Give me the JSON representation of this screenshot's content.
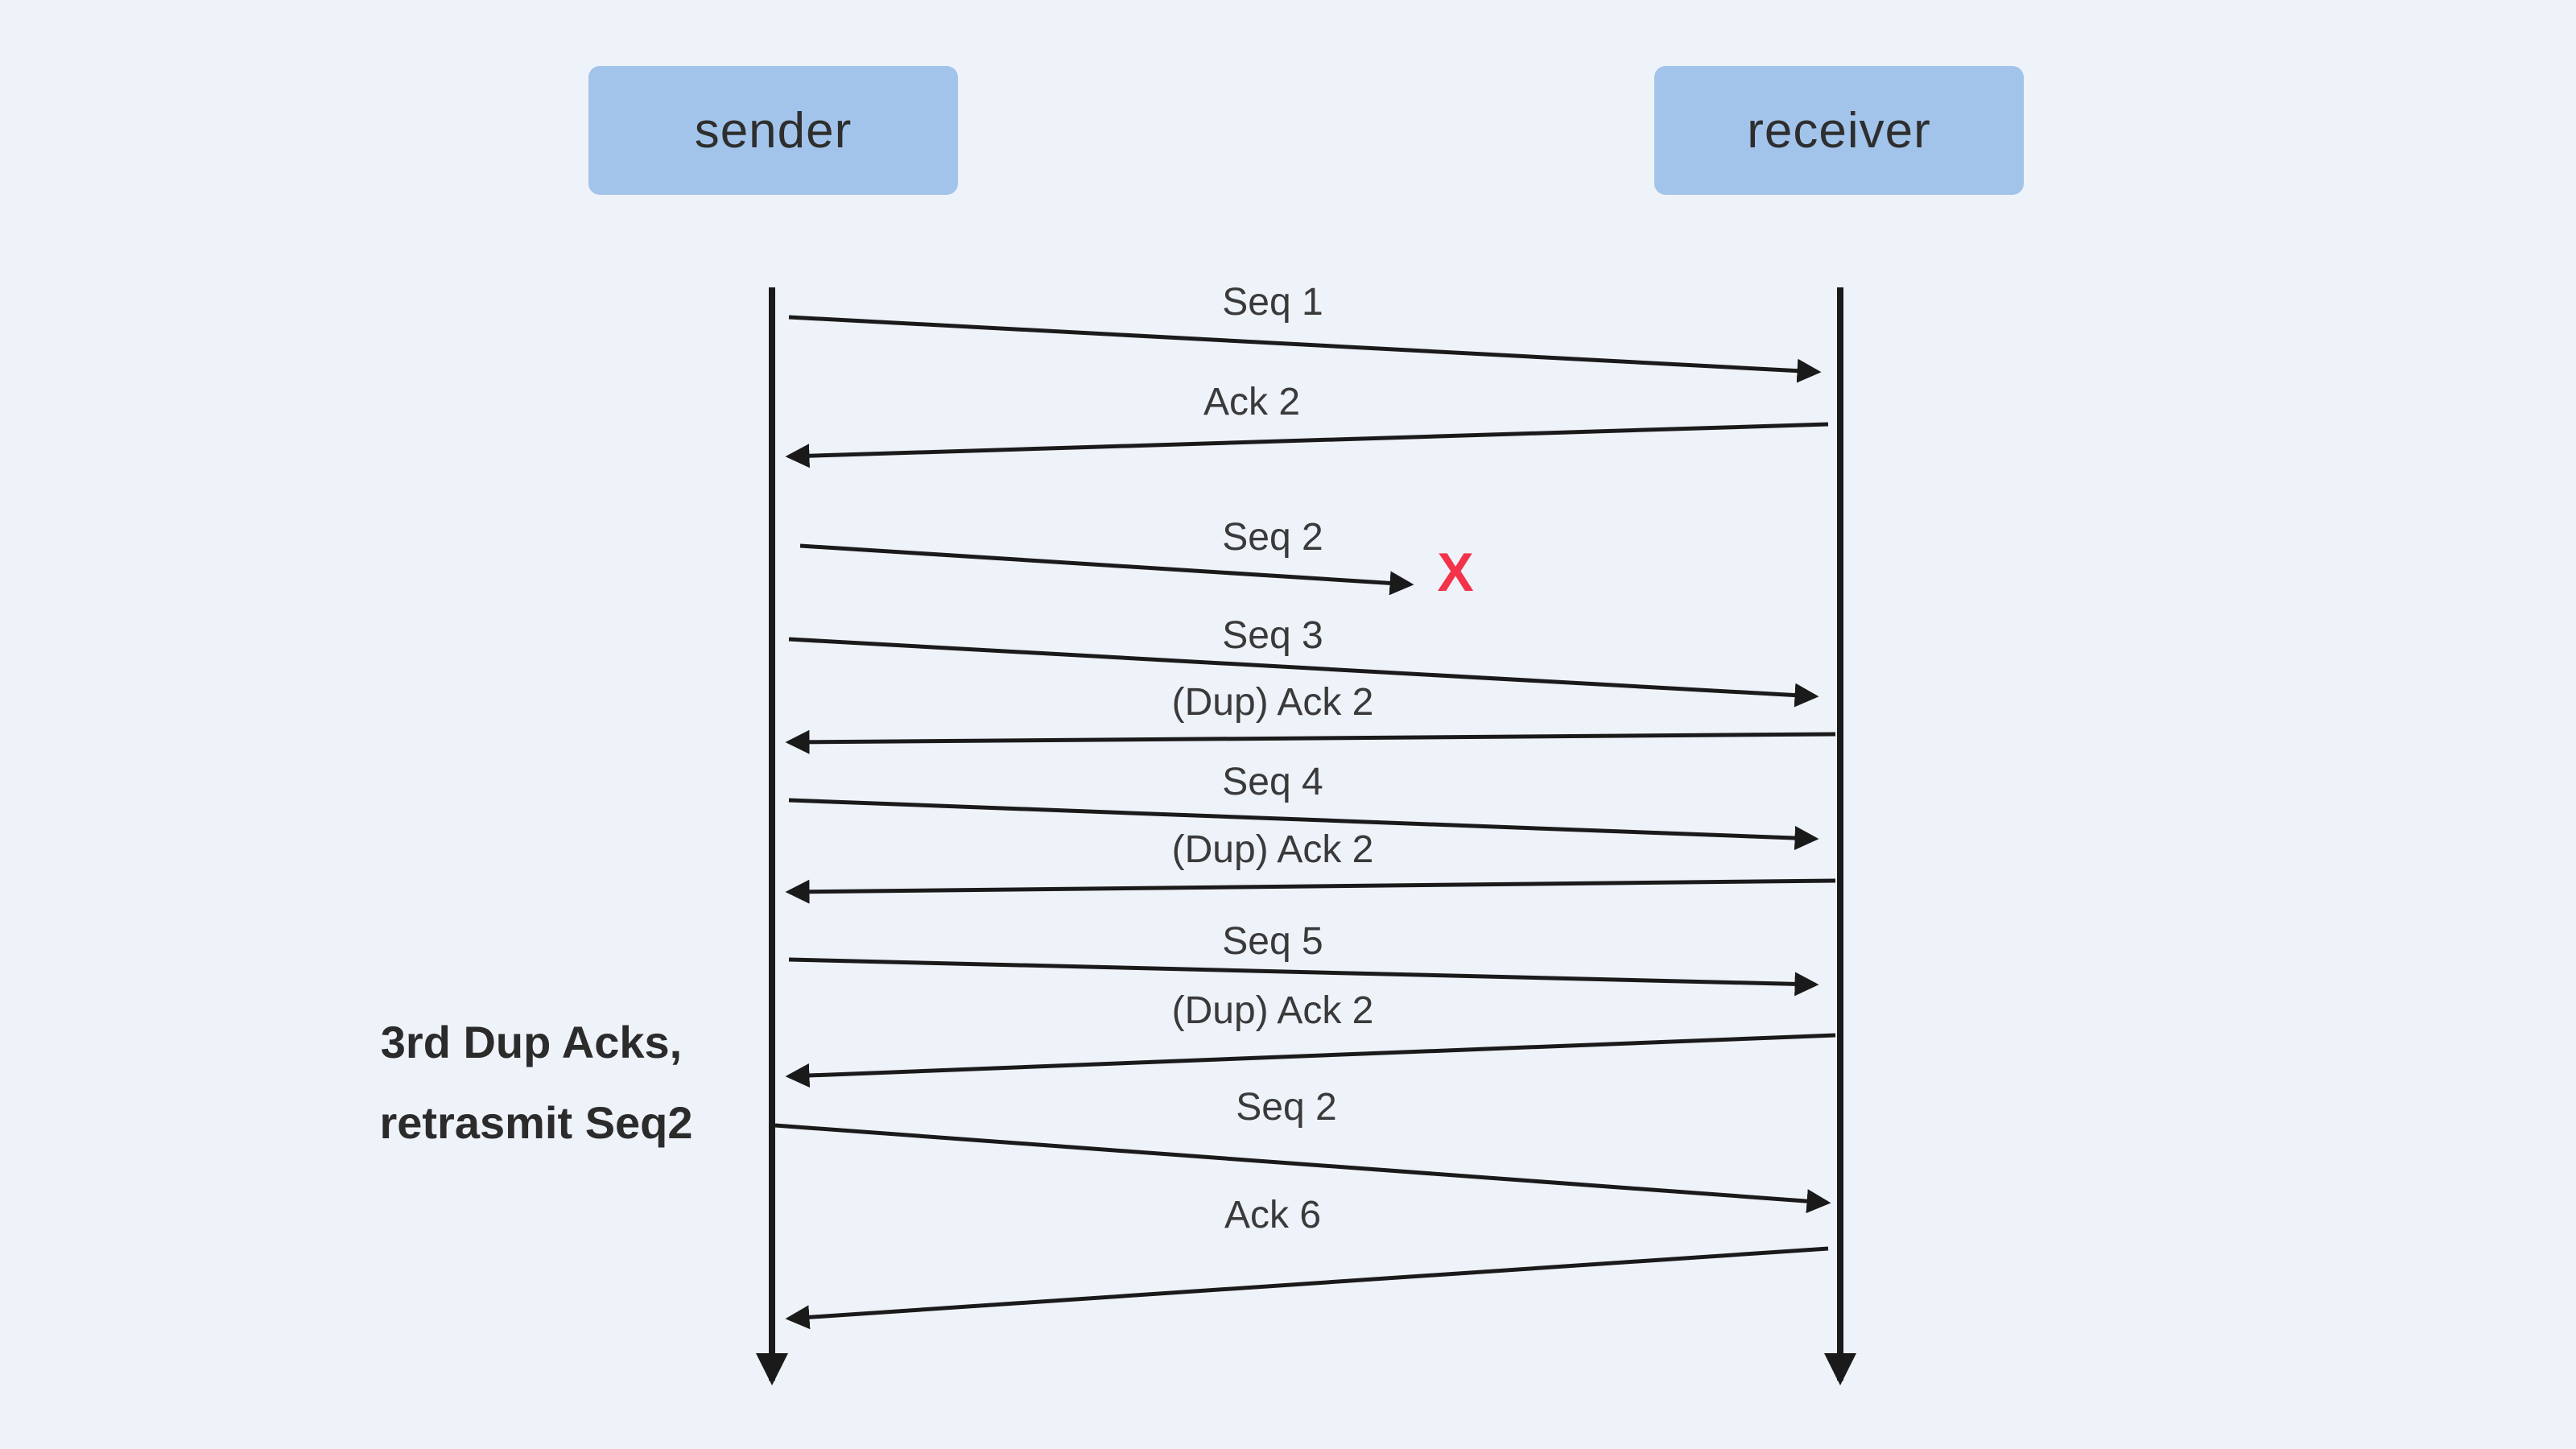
{
  "diagram": {
    "title_hint": "TCP fast retransmit sequence diagram",
    "actors": {
      "sender": "sender",
      "receiver": "receiver"
    },
    "messages": [
      {
        "label": "Seq 1",
        "direction": "right"
      },
      {
        "label": "Ack 2",
        "direction": "left"
      },
      {
        "label": "Seq 2",
        "direction": "right",
        "lost": true
      },
      {
        "label": "Seq 3",
        "direction": "right"
      },
      {
        "label": "(Dup) Ack 2",
        "direction": "left"
      },
      {
        "label": "Seq 4",
        "direction": "right"
      },
      {
        "label": "(Dup) Ack 2",
        "direction": "left"
      },
      {
        "label": "Seq 5",
        "direction": "right"
      },
      {
        "label": "(Dup) Ack 2",
        "direction": "left"
      },
      {
        "label": "Seq 2",
        "direction": "right"
      },
      {
        "label": "Ack 6",
        "direction": "left"
      }
    ],
    "loss_marker": "X",
    "annotation": {
      "line1": "3rd Dup Acks,",
      "line2": "retrasmit Seq2"
    },
    "colors": {
      "background": "#eef2f9",
      "actor_fill": "#a2c4ea",
      "line": "#1a1a1a",
      "text": "#3a3a3a",
      "loss": "#f2334a"
    }
  }
}
